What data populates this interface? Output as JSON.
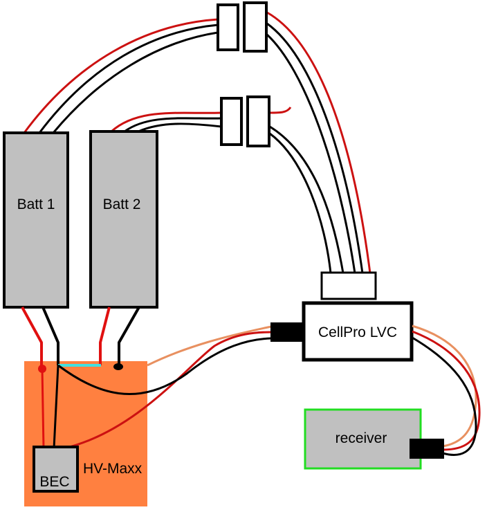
{
  "diagram": {
    "title": "",
    "colors": {
      "battery_fill": "#c0c0c0",
      "hvmaxx_fill": "#ff8040",
      "receiver_border": "#22dd22",
      "wire_red": "#cc1111",
      "wire_black": "#000000",
      "wire_orange": "#e89060",
      "wire_cyan": "#40e0e0"
    },
    "components": {
      "batt1": {
        "label": "Batt 1"
      },
      "batt2": {
        "label": "Batt 2"
      },
      "hvmaxx": {
        "label": "HV-Maxx"
      },
      "bec": {
        "label": "BEC"
      },
      "cellpro": {
        "label": "CellPro LVC"
      },
      "receiver": {
        "label": "receiver"
      }
    },
    "connections": [
      {
        "from": "Batt 1",
        "to": "balance connector 1",
        "wires": [
          "red",
          "black",
          "black"
        ]
      },
      {
        "from": "Batt 2",
        "to": "balance connector 2",
        "wires": [
          "red",
          "black",
          "black"
        ]
      },
      {
        "from": "balance connectors",
        "to": "CellPro LVC balance plug",
        "wires": [
          "black",
          "black",
          "black",
          "black",
          "red"
        ]
      },
      {
        "from": "Batt 1",
        "to": "HV-Maxx",
        "wires": [
          "red",
          "black"
        ]
      },
      {
        "from": "Batt 2",
        "to": "HV-Maxx",
        "wires": [
          "red",
          "black"
        ]
      },
      {
        "from": "HV-Maxx",
        "to": "BEC",
        "wires": [
          "red",
          "black"
        ]
      },
      {
        "from": "HV-Maxx / BEC",
        "to": "CellPro LVC input",
        "wires": [
          "orange",
          "red",
          "black"
        ]
      },
      {
        "from": "CellPro LVC output",
        "to": "receiver",
        "wires": [
          "orange",
          "red",
          "black"
        ]
      }
    ]
  }
}
